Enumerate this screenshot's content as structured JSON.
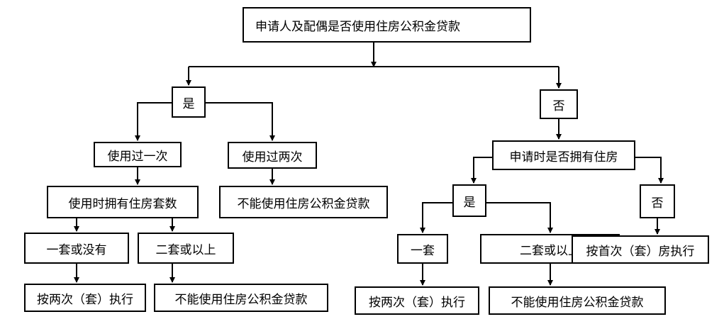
{
  "root": "申请人及配偶是否使用住房公积金贷款",
  "yes": {
    "label": "是",
    "used_once": "使用过一次",
    "used_twice": "使用过两次",
    "houses_owned_when_used": "使用时拥有住房套数",
    "none_or_one": "一套或没有",
    "two_or_more": "二套或以上",
    "second_home_rule": "按两次（套）执行",
    "not_eligible_a": "不能使用住房公积金贷款",
    "not_eligible_b": "不能使用住房公积金贷款"
  },
  "no": {
    "label": "否",
    "owns_house_when_applying": "申请时是否拥有住房",
    "owns_yes": "是",
    "owns_no": "否",
    "one": "一套",
    "two_or_more": "二套或以上",
    "second_home_rule": "按两次（套）执行",
    "not_eligible": "不能使用住房公积金贷款",
    "first_home_rule": "按首次（套）房执行"
  }
}
